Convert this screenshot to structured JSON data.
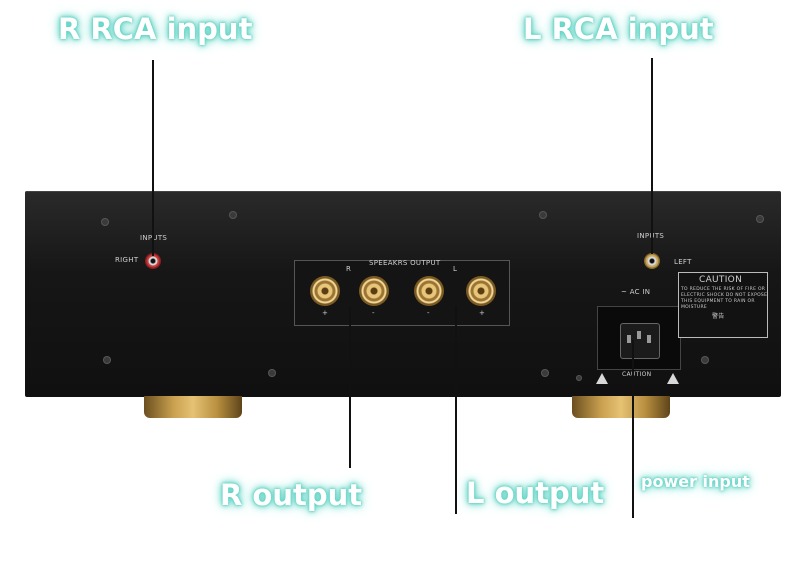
{
  "callouts": {
    "r_rca_input": "R RCA input",
    "l_rca_input": "L RCA input",
    "r_output": "R output",
    "l_output": "L output",
    "power_input": "power input"
  },
  "panel": {
    "inputs_left_label": "INPUTS",
    "inputs_right_label": "INPUTS",
    "right_label": "RIGHT",
    "left_label": "LEFT",
    "speakers_output_label": "SPEEAKRS OUTPUT",
    "r_channel": "R",
    "l_channel": "L",
    "plus_1": "+",
    "minus_1": "-",
    "minus_2": "-",
    "plus_2": "+",
    "ac_in_label": "~ AC IN",
    "caution_title": "CAUTION",
    "caution_line_1": "TO REDUCE THE RISK OF FIRE OR",
    "caution_line_2": "ELECTRIC SHOCK DO NOT EXPOSE",
    "caution_line_3": "THIS EQUIPMENT TO RAIN OR",
    "caution_line_4": "MOISTURE",
    "caution_cn_title": "警告",
    "caution_small": "CAUTION"
  },
  "colors": {
    "callout_glow": "#5fd3c4",
    "chassis": "#161616",
    "right_rca_ring": "#c63a3a",
    "gold": "#c9a04f"
  }
}
